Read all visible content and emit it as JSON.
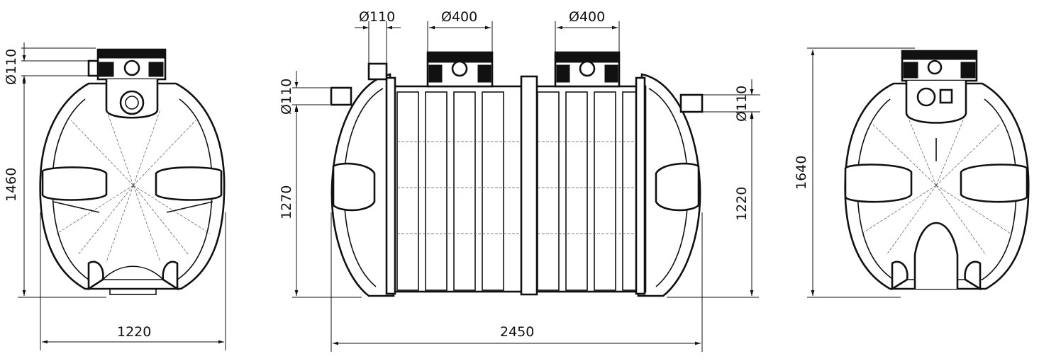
{
  "views": {
    "left": {
      "diameter_label": "Ø110",
      "height_label": "1460",
      "width_label": "1220"
    },
    "center": {
      "inlet_label": "Ø110",
      "manhole1_label": "Ø400",
      "manhole2_label": "Ø400",
      "inlet_side_label": "Ø110",
      "outlet_side_label": "Ø110",
      "inlet_height_label": "1270",
      "outlet_height_label": "1220",
      "length_label": "2450"
    },
    "right": {
      "height_label": "1640"
    }
  }
}
